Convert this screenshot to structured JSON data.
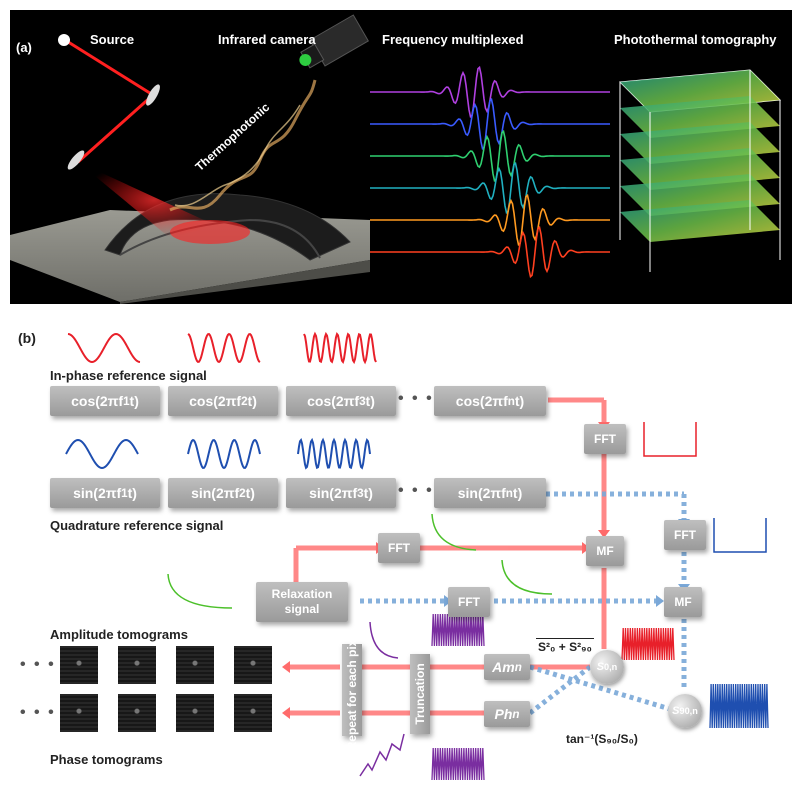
{
  "panel_a": {
    "label": "(a)",
    "source": "Source",
    "camera": "Infrared camera",
    "multiplexed": "Frequency multiplexed",
    "tomography": "Photothermal tomography",
    "thermophotonic": "Thermophotonic",
    "colors": [
      "#b040e0",
      "#3a5bff",
      "#2fd070",
      "#20b0c0",
      "#ff9a20",
      "#ff4020"
    ]
  },
  "panel_b": {
    "label": "(b)",
    "inphase_label": "In-phase reference signal",
    "quadrature_label": "Quadrature reference signal",
    "cos": [
      "cos(2πf",
      "1",
      "t)",
      "cos(2πf",
      "2",
      "t)",
      "cos(2πf",
      "3",
      "t)",
      "cos(2πf",
      "n",
      "t)"
    ],
    "sin": [
      "sin(2πf",
      "1",
      "t)",
      "sin(2πf",
      "2",
      "t)",
      "sin(2πf",
      "3",
      "t)",
      "sin(2πf",
      "n",
      "t)"
    ],
    "fft": "FFT",
    "mf": "MF",
    "relaxation": "Relaxation signal",
    "amplitude_tomograms": "Amplitude tomograms",
    "phase_tomograms": "Phase tomograms",
    "repeat": "Repeat for each pixel",
    "truncation": "Truncation",
    "am": "Am",
    "ph": "Ph",
    "n": "n",
    "s0n": "S",
    "s0n_sub": "0,n",
    "s90n_sub": "90,n",
    "sqrt_formula": "S²₀ + S²₉₀",
    "tan_formula": "tan⁻¹(S₉₀/S₀)",
    "ellipsis": "• • •",
    "red": "#e8202a",
    "blue": "#1f4fb0",
    "green": "#4cc02a",
    "purple": "#7a2ea0"
  }
}
